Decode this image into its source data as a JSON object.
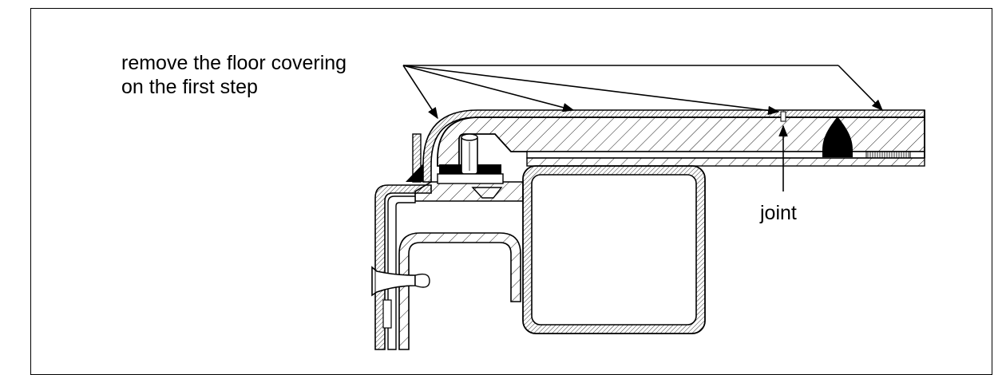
{
  "labels": {
    "callout_line1": "remove the floor covering",
    "callout_line2": "on the first step",
    "joint": "joint"
  }
}
